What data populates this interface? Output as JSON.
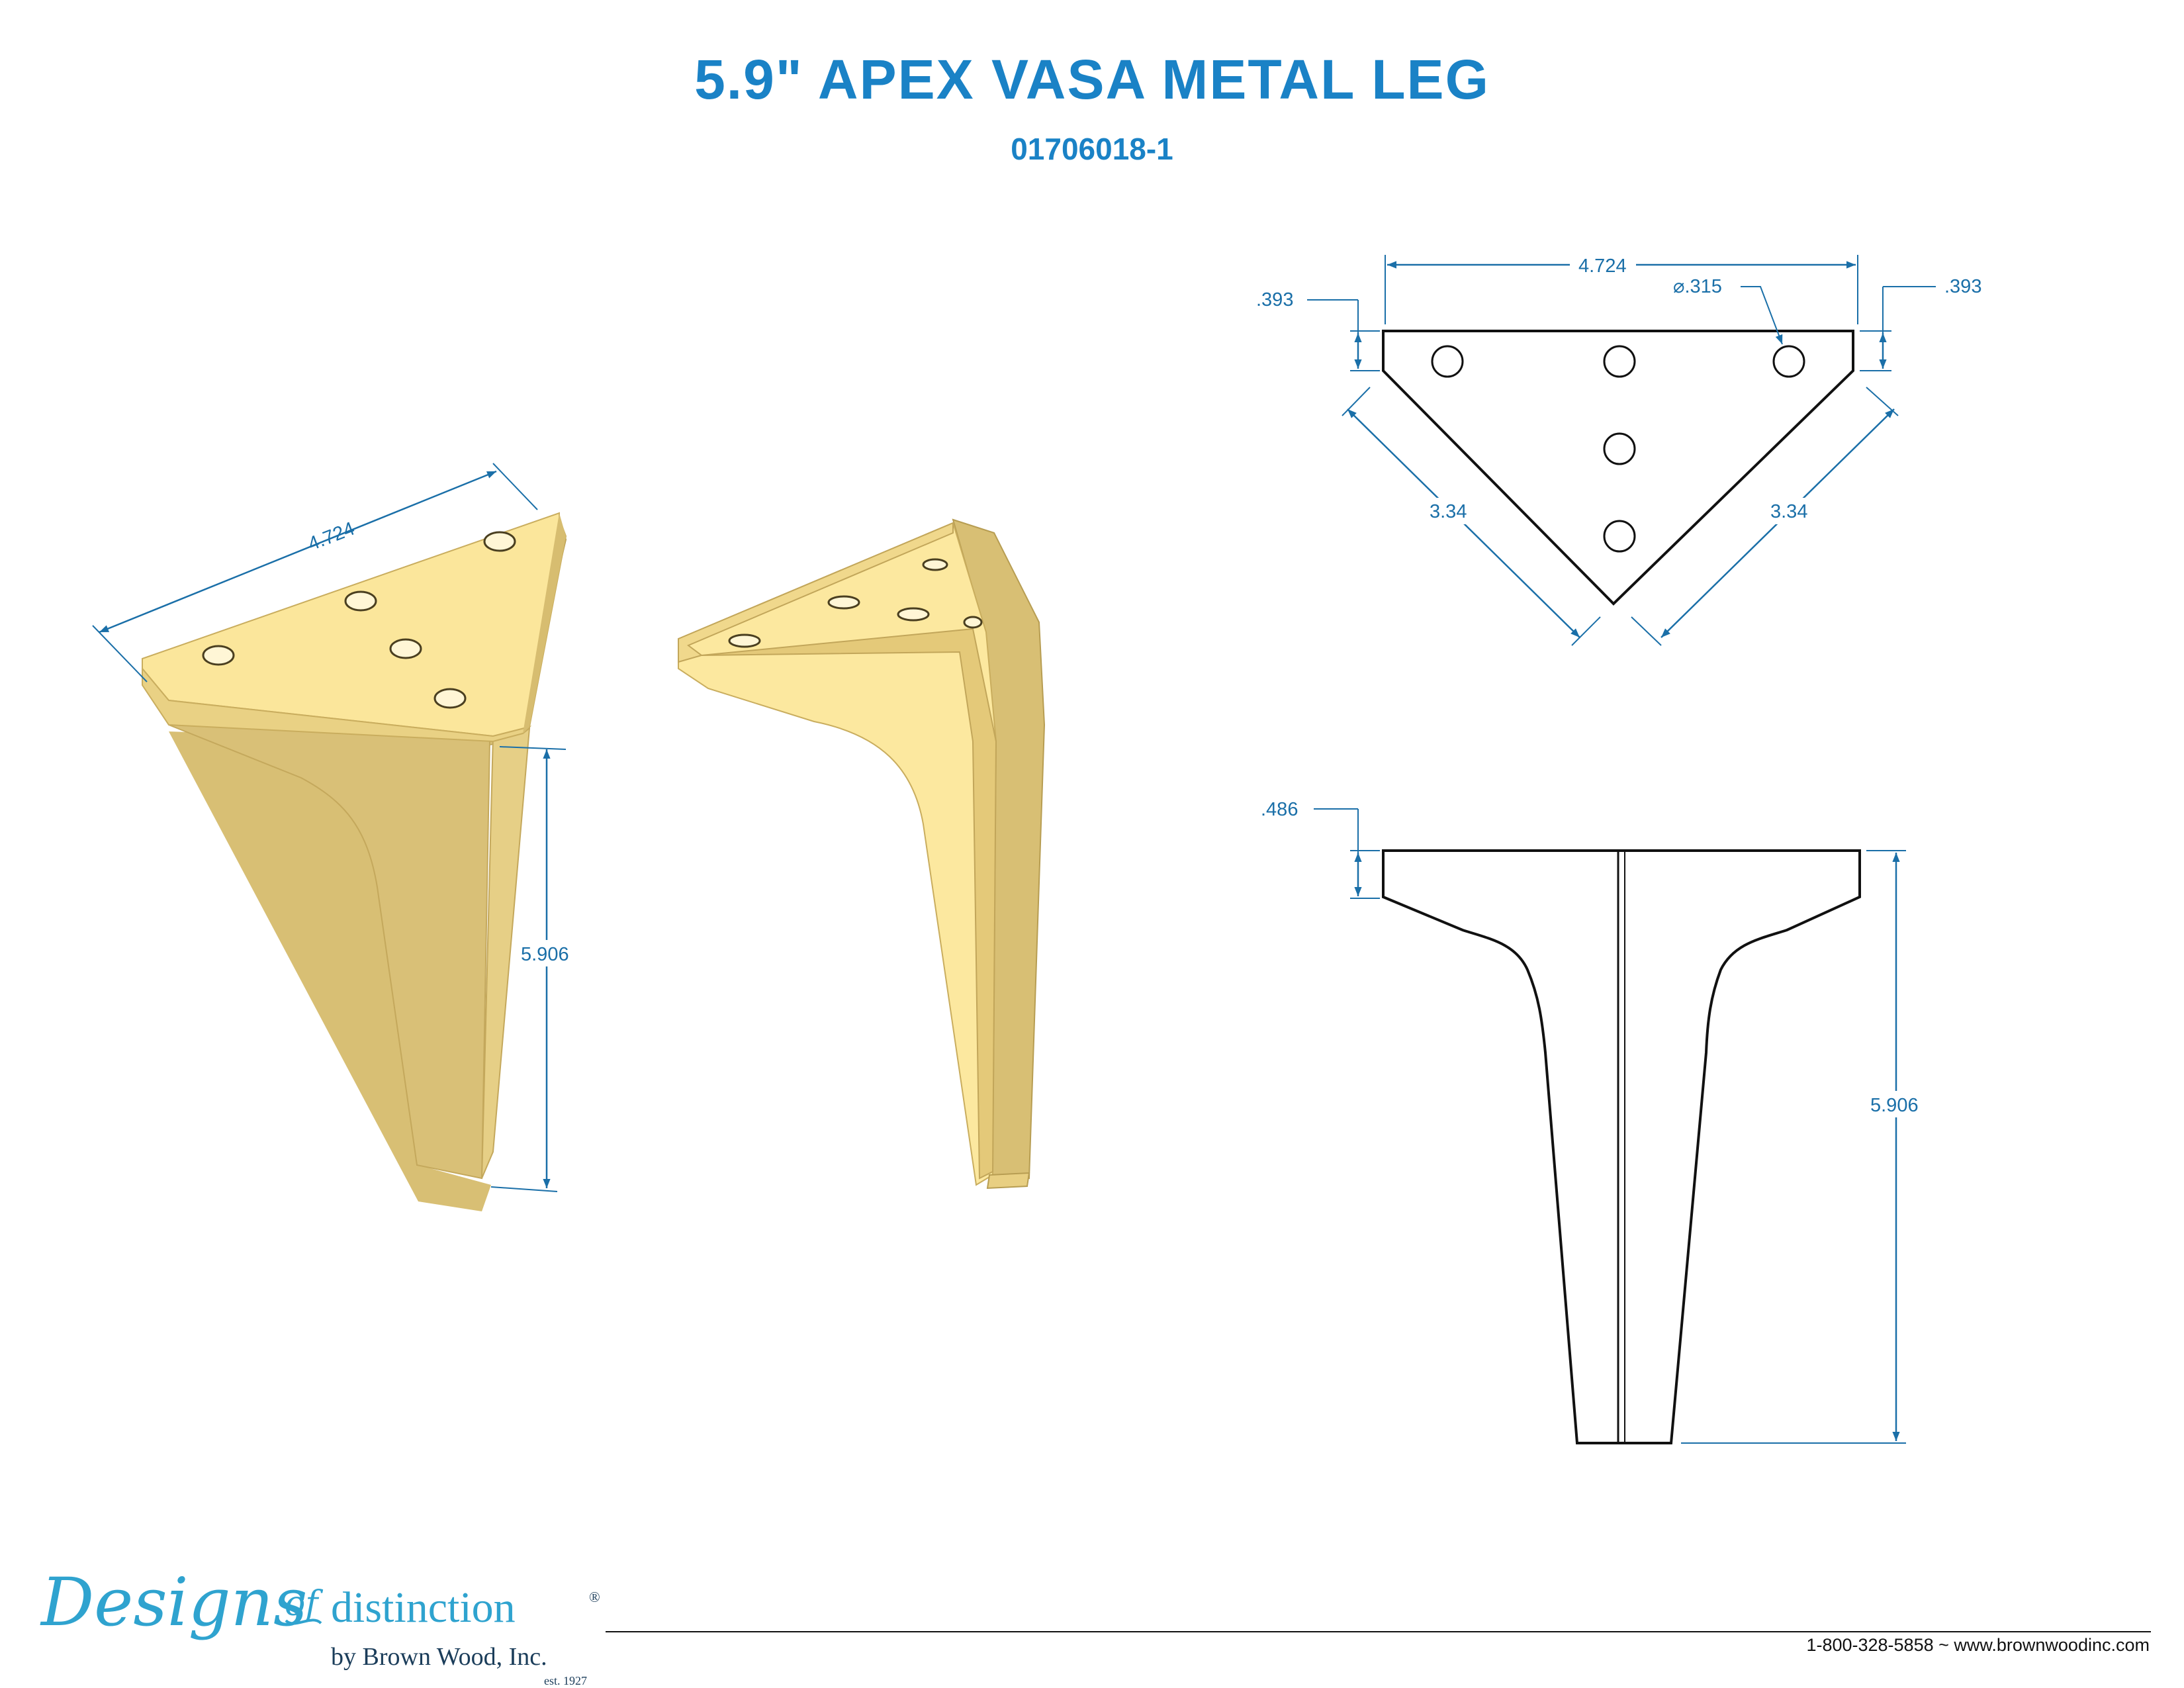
{
  "title": "5.9\" APEX VASA METAL LEG",
  "part_number": "01706018-1",
  "dimensions": {
    "width_iso": "4.724",
    "height_iso": "5.906",
    "top_width": "4.724",
    "hole_dia": "⌀.315",
    "chamfer_left": ".393",
    "chamfer_right": ".393",
    "side_left": "3.34",
    "side_right": "3.34",
    "plate_thickness": ".486",
    "front_height": "5.906"
  },
  "logo": {
    "word1": "Designs",
    "word2": "of",
    "word3": "distinction",
    "reg": "®",
    "byline": "by Brown Wood, Inc.",
    "est": "est. 1927"
  },
  "contact": "1-800-328-5858 ~ www.brownwoodinc.com",
  "colors": {
    "title_blue": "#1a82c6",
    "dimension_blue": "#1a6fa8",
    "leg_gold_light": "#fbe69b",
    "leg_gold_dark": "#d8be73"
  }
}
